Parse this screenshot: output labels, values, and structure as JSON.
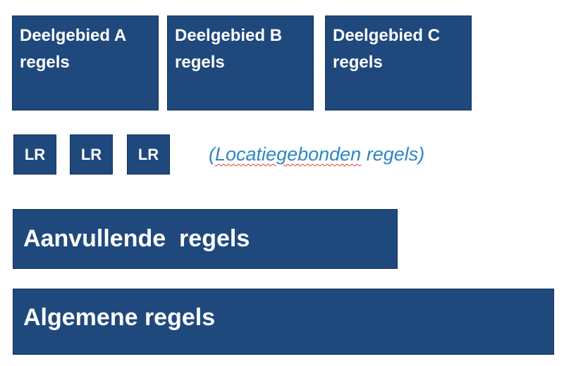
{
  "subareas": [
    {
      "line1": "Deelgebied A",
      "line2": "regels"
    },
    {
      "line1": "Deelgebied B",
      "line2": "regels"
    },
    {
      "line1": "Deelgebied C",
      "line2": "regels"
    }
  ],
  "location_rules": [
    "LR",
    "LR",
    "LR"
  ],
  "location_note": {
    "open": "(",
    "word": "Locatiegebonden",
    "rest": " regels)"
  },
  "supplementary": "Aanvullende  regels",
  "general": "Algemene regels",
  "colors": {
    "box_fill": "#1f497d",
    "box_text": "#ffffff",
    "note_text": "#2e86c1",
    "spellcheck": "#e53935"
  }
}
